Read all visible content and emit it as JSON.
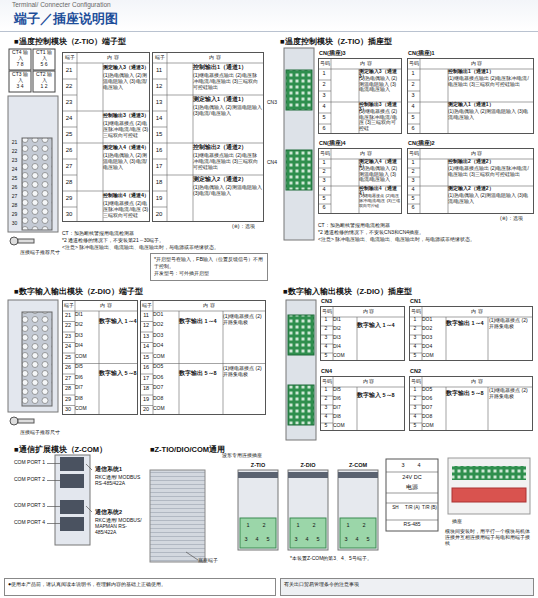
{
  "diagram": {
    "nodes": [
      {
        "text": [
          "Terminal/ Connecter Configuration",
          "端子／插座说明图"
        ]
      },
      {
        "text": [
          "端子",
          "内 容"
        ]
      },
      {
        "text": [
          "端子",
          "内 容"
        ]
      },
      {
        "text": [
          "CN(插座)3",
          "号码",
          "内 容"
        ]
      },
      {
        "text": [
          "CN(插座)1",
          "号码",
          "内 容"
        ]
      },
      {
        "text": [
          "CN(插座)4",
          "号码",
          "内 容"
        ]
      },
      {
        "text": [
          "CN(插座)2",
          "号码",
          "内 容"
        ]
      },
      {
        "text": [
          "*开启型号在输入，FB输入（位置反馈信号）不用于控制。",
          "开发型号：可外插开启型"
        ]
      },
      {
        "text": [
          "端子",
          "内 容"
        ]
      },
      {
        "text": [
          "端子",
          "内 容"
        ]
      },
      {
        "text": [
          "CN3",
          "号码",
          "内 容"
        ]
      },
      {
        "text": [
          "CN1",
          "号码",
          "内 容"
        ]
      },
      {
        "text": [
          "CN4",
          "号码",
          "内 容"
        ]
      },
      {
        "text": [
          "CN2",
          "号码",
          "内 容"
        ]
      },
      {
        "text": [
          "●使用本产品前，请认真阅读本说明书，在理解内容的基础上正确使用。"
        ]
      },
      {
        "text": [
          "有关出口贸易管理条令的注意事项"
        ]
      }
    ],
    "labels": [
      "■温度控制模块（Z-TIO）端子型",
      "■温度控制模块（Z-TIO）插座型",
      "■数字输入输出模块（Z-DIO）端子型",
      "■数字输入输出模块（Z-DIO）插座型",
      "■通信扩展模块（Z-COM）",
      "■Z-TIO/DIO/COM通用",
      "CT4 输入",
      "CT1 输入",
      "7 8",
      "5 6",
      "CT3 输入",
      "CT2 输入",
      "3 4",
      "1 2",
      "21",
      "22",
      "23",
      "24",
      "25",
      "26",
      "27",
      "28",
      "29",
      "30",
      "压接端子推荐尺寸",
      "21",
      "22",
      "23",
      "24",
      "25",
      "26",
      "27",
      "28",
      "29",
      "30",
      "测定输入3（通道3）",
      "(1)热电偶输入 (2)测温电阻输入 (3)电流/电压输入",
      "控制输出3（通道3）",
      "(1)继电器接点 (2)电压脉冲/电流/电压 (3)三端双向可控硅",
      "测定输入4（通道4）",
      "(1)热电偶输入 (2)测温电阻输入 (3)电流/电压输入",
      "控制输出4（通道4）",
      "(1)继电器接点 (2)电压脉冲/电流/电压 (3)三端双向可控硅",
      "11",
      "12",
      "13",
      "14",
      "15",
      "16",
      "17",
      "18",
      "19",
      "20",
      "控制输出1（通道1）",
      "(1)继电器接点输出 (2)电压脉冲/电流/电压输出 (3)三端双向可控硅输出",
      "测定输入1（通道1）",
      "(1)热电偶输入 (2)测温电阻输入 (3)电流/电压输入",
      "控制输出2（通道2）",
      "(1)继电器接点输出 (2)电压脉冲/电流/电压输出 (3)三端双向可控硅输出",
      "测定输入2（通道2）",
      "(1)热电偶输入 (2)测温电阻输入 (3)电流/电压输入",
      "(※)：选项",
      "CT：加热断线警报用电流检测器",
      "*2 通道检修的情况下，不安装第21～30端子。",
      "<注意> 脉冲电压输出、电流输出、电压输出时，与电源或非绝缘状态。",
      "CN3",
      "CN4",
      "1",
      "2",
      "3",
      "4",
      "5",
      "6",
      "测定输入3（通道3）",
      "(1)热电偶输入 (2)测温电阻输入 (3)电流/电压输入",
      "控制输出3（通道3）",
      "(1)继电器接点 (2)电压脉冲/电流/电压 (3)三端双向可控硅",
      "1",
      "2",
      "3",
      "4",
      "5",
      "6",
      "控制输出1（通道1）",
      "(1)继电器接点输出 (2)电压脉冲/电流/电压输出 (3)三端双向可控硅输出",
      "测定输入1（通道1）",
      "(1)热电偶输入 (2)测温电阻输入 (3)电流/电压输入",
      "1",
      "2",
      "3",
      "4",
      "5",
      "6",
      "测定输入4（通道4）",
      "(1)热电偶输入 (2)测温电阻输入 (3)电流/电压输入",
      "控制输出4（通道4）",
      "(1)继电器接点 (2)电压脉冲/电流/电压 (3)三端双向可控硅",
      "1",
      "2",
      "3",
      "4",
      "5",
      "6",
      "控制输出2（通道2）",
      "(1)继电器接点输出 (2)电压脉冲/电流/电压输出 (3)三端双向可控硅输出",
      "测定输入2（通道2）",
      "(1)热电偶输入 (2)测温电阻输入 (3)电流/电压输入",
      "(※)：选项",
      "CT：加热断线警报用电流检测器",
      "*2 通道检修的情况下，不安装CN3和CN4插座。",
      "<注意> 脉冲电压输出、电流输出、电压输出时，与电源或非绝缘状态。",
      "压接端子推荐尺寸",
      "21",
      "22",
      "23",
      "24",
      "25",
      "26",
      "27",
      "28",
      "29",
      "30",
      "DI1",
      "DI2",
      "DI3",
      "DI4",
      "COM",
      "数字输入 1～4",
      "DI5",
      "DI6",
      "DI7",
      "DI8",
      "COM",
      "数字输入 5～8",
      "11",
      "12",
      "13",
      "14",
      "15",
      "16",
      "17",
      "18",
      "19",
      "20",
      "DO1",
      "DO2",
      "DO3",
      "DO4",
      "COM",
      "数字输出 1～4",
      "(1)继电器接点 (2)开路集电极",
      "DO5",
      "DO6",
      "DO7",
      "DO8",
      "COM",
      "数字输出 5～8",
      "(1)继电器接点 (2)开路集电极",
      "1",
      "2",
      "3",
      "4",
      "5",
      "DI1",
      "DI2",
      "DI3",
      "DI4",
      "COM",
      "数字输入 1～4",
      "1",
      "2",
      "3",
      "4",
      "5",
      "DO1",
      "DO2",
      "DO3",
      "DO4",
      "COM",
      "数字输出 1～4",
      "(1)继电器接点 (2)开路集电极",
      "1",
      "2",
      "3",
      "4",
      "5",
      "DI5",
      "DI6",
      "DI7",
      "DI8",
      "COM",
      "数字输入 5～8",
      "1",
      "2",
      "3",
      "4",
      "5",
      "DO5",
      "DO6",
      "DO7",
      "DO8",
      "COM",
      "数字输出 5～8",
      "(1)继电器接点 (2)开路集电极",
      "COM PORT 1",
      "COM PORT 2",
      "COM PORT 3",
      "COM PORT 4",
      "通信系统1",
      "RKC通用/ MODBUS RS-485/422A",
      "通信系统2",
      "RKC通用/ MODBUS/ MAPMAN RS-485/422A",
      "波形专用连接插座",
      "Z-TIO",
      "Z-DIO",
      "Z-COM",
      "底座端子",
      "1",
      "2",
      "3",
      "4",
      "5",
      "1",
      "2",
      "3",
      "4",
      "5",
      "1",
      "2",
      "3",
      "4",
      "5",
      "*本装置Z-COM的第3、4、5号端子。",
      "3",
      "4",
      "24V DC",
      "电源",
      "SH",
      "T/R (A)",
      "T/R (B)",
      "RS-485",
      "插座",
      "模块间安装时，用平行一个模块与机体连接并互相连接用端子与电和用端子接线"
    ]
  }
}
